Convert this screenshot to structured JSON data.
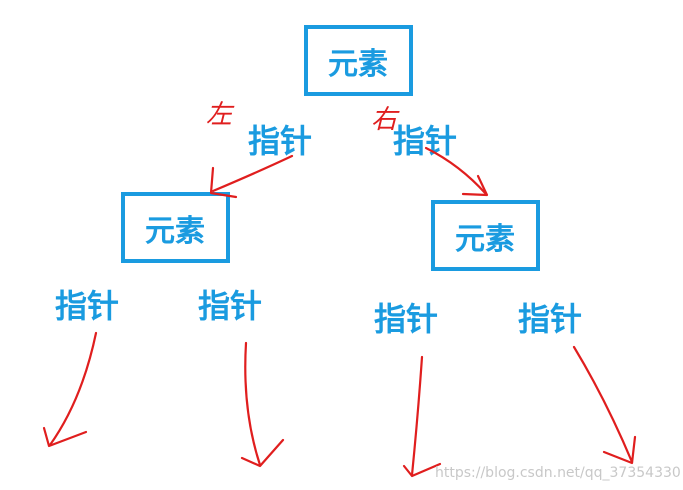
{
  "nodes": {
    "root": {
      "label": "元素"
    },
    "left": {
      "label": "元素"
    },
    "right": {
      "label": "元素"
    }
  },
  "pointers": {
    "root_left": "指针",
    "root_right": "指针",
    "left_left": "指针",
    "left_right": "指针",
    "right_left": "指针",
    "right_right": "指针"
  },
  "annotations": {
    "left_mark": "左",
    "right_mark": "右"
  },
  "watermark": "https://blog.csdn.net/qq_37354330",
  "colors": {
    "node": "#1a9be0",
    "arrow": "#e01e1e",
    "background": "#ffffff"
  }
}
